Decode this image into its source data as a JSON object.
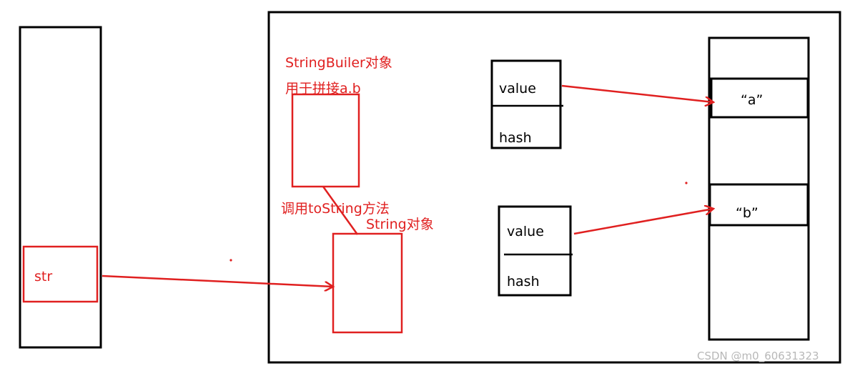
{
  "labels": {
    "str": "str",
    "stringbuilder_title": "StringBuiler对象",
    "stringbuilder_desc": "用于拼接a.b",
    "call_tostring": "调用toString方法",
    "string_object": "String对象",
    "obj1_value": "value",
    "obj1_hash": "hash",
    "obj2_value": "value",
    "obj2_hash": "hash",
    "const_a": "“a”",
    "const_b": "“b”"
  },
  "watermark": "CSDN @m0_60631323",
  "colors": {
    "annotation": "#e02020",
    "box": "#000000",
    "watermark": "#b8b8b8"
  }
}
